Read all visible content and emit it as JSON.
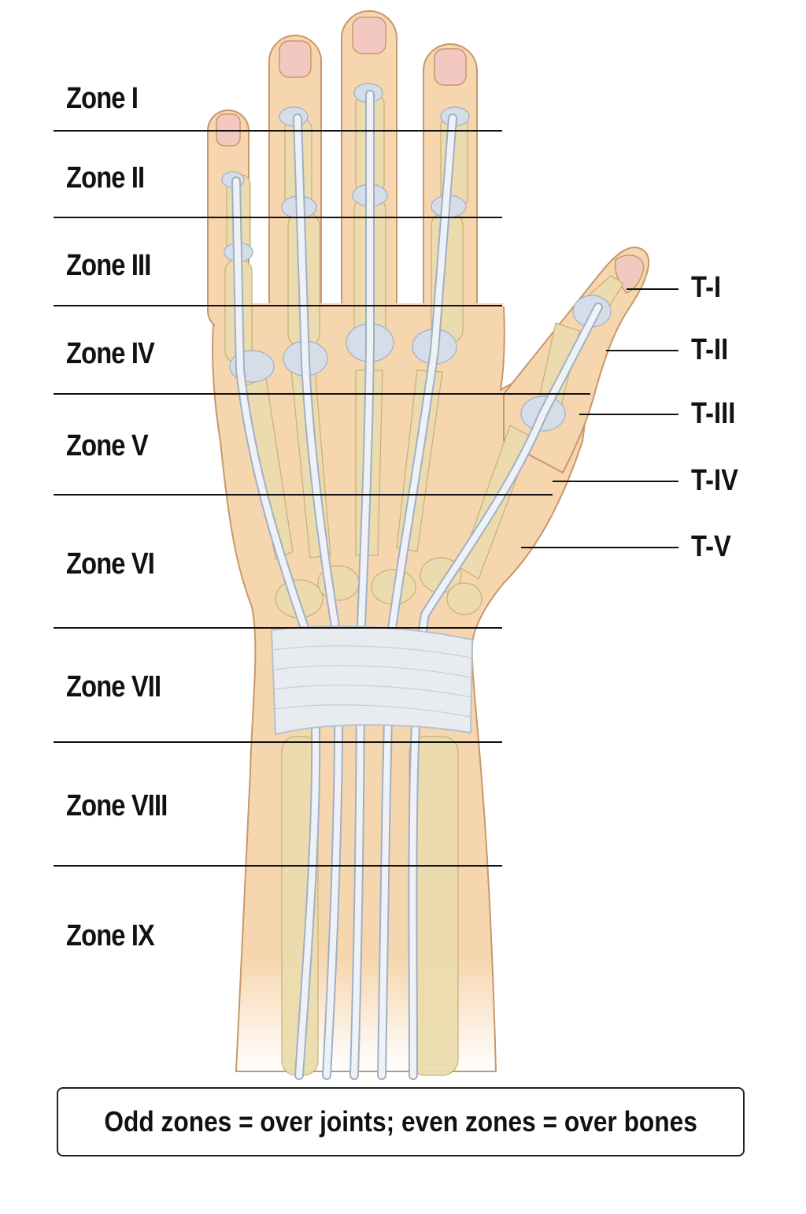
{
  "zones": [
    {
      "label": "Zone I"
    },
    {
      "label": "Zone II"
    },
    {
      "label": "Zone III"
    },
    {
      "label": "Zone IV"
    },
    {
      "label": "Zone V"
    },
    {
      "label": "Zone VI"
    },
    {
      "label": "Zone VII"
    },
    {
      "label": "Zone VIII"
    },
    {
      "label": "Zone IX"
    }
  ],
  "thumb_zones": [
    {
      "label": "T-I"
    },
    {
      "label": "T-II"
    },
    {
      "label": "T-III"
    },
    {
      "label": "T-IV"
    },
    {
      "label": "T-V"
    }
  ],
  "footer": {
    "note": "Odd zones = over joints; even zones = over bones"
  },
  "colors": {
    "skin": "#f6d6ae",
    "skin_outline": "#c9976a",
    "bone": "#ecdcae",
    "tendon": "#dde6ee",
    "retinaculum": "#e8ecf0",
    "line": "#111111"
  }
}
